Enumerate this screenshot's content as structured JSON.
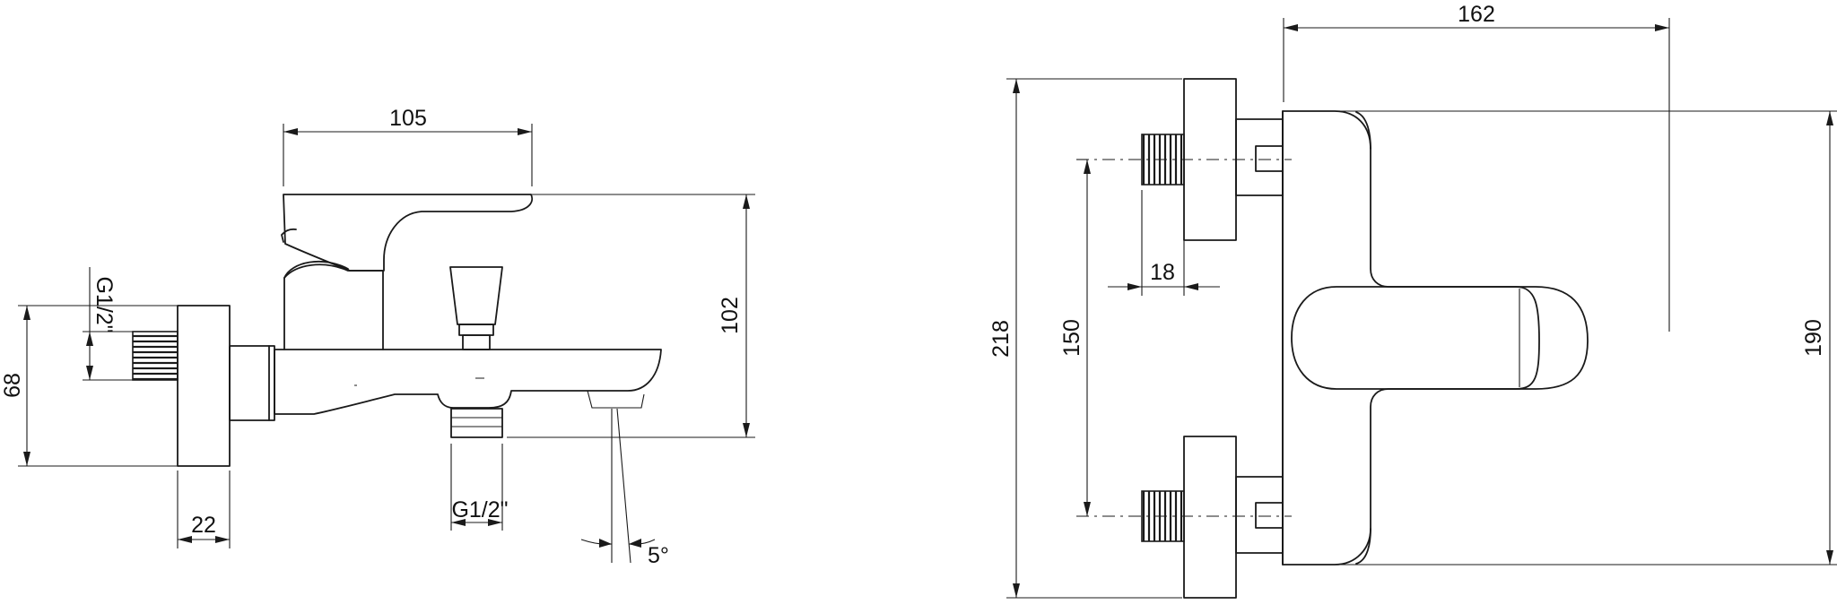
{
  "drawing": {
    "side_view": {
      "dimensions": {
        "lever_reach": "105",
        "height": "102",
        "flange_height": "68",
        "flange_depth": "22",
        "inlet_thread": "G1/2\"",
        "outlet_thread": "G1/2\"",
        "spout_angle": "5°"
      }
    },
    "front_view": {
      "dimensions": {
        "overall_width": "162",
        "overall_height": "218",
        "inlet_spacing": "150",
        "thread_length": "18",
        "body_height": "190"
      }
    }
  }
}
